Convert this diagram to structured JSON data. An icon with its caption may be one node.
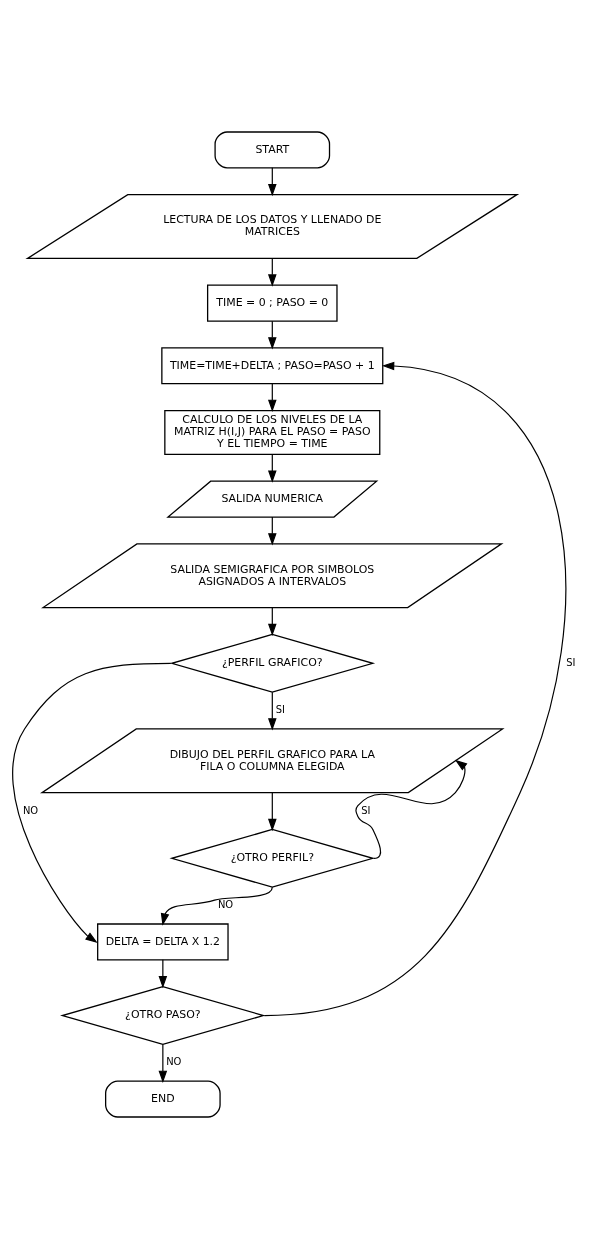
{
  "diagram": {
    "nodes": [
      {
        "text": [
          "START"
        ]
      },
      {
        "text": [
          "LECTURA DE LOS DATOS Y LLENADO DE MATRICES"
        ]
      },
      {
        "text": [
          "TIME = 0 ; PASO = 0"
        ]
      },
      {
        "text": [
          "TIME=TIME+DELTA ; PASO=PASO + 1"
        ]
      },
      {
        "text": [
          "CALCULO DE LOS NIVELES DE LA MATRIZ H(I,J) PARA EL PASO = PASO Y EL TIEMPO = TIME"
        ]
      },
      {
        "text": [
          "SALIDA NUMERICA"
        ]
      },
      {
        "text": [
          "SALIDA SEMIGRAFICA POR SIMBOLOS ASIGNADOS A INTERVALOS"
        ]
      },
      {
        "text": [
          "¿PERFIL GRAFICO?"
        ]
      },
      {
        "text": [
          "DIBUJO DEL PERFIL GRAFICO PARA LA FILA O COLUMNA ELEGIDA"
        ]
      },
      {
        "text": [
          "¿OTRO PERFIL?"
        ]
      },
      {
        "text": [
          "DELTA = DELTA X 1.2"
        ]
      },
      {
        "text": [
          "¿OTRO PASO?"
        ]
      },
      {
        "text": [
          "END"
        ]
      }
    ],
    "edges": [
      {
        "from": 0,
        "to": 1,
        "arrow": "to"
      },
      {
        "from": 1,
        "to": 2,
        "arrow": "to"
      },
      {
        "from": 2,
        "to": 3,
        "arrow": "to"
      },
      {
        "from": 3,
        "to": 4,
        "arrow": "to"
      },
      {
        "from": 4,
        "to": 5,
        "arrow": "to"
      },
      {
        "from": 5,
        "to": 6,
        "arrow": "to"
      },
      {
        "from": 6,
        "to": 7,
        "arrow": "to"
      },
      {
        "from": 7,
        "to": 8,
        "arrow": "to",
        "label": "SI"
      },
      {
        "from": 7,
        "to": 10,
        "arrow": "to",
        "label": "NO"
      },
      {
        "from": 8,
        "to": 9,
        "arrow": "to"
      },
      {
        "from": 9,
        "to": 8,
        "arrow": "to",
        "label": "SI"
      },
      {
        "from": 9,
        "to": 10,
        "arrow": "to",
        "label": "NO"
      },
      {
        "from": 10,
        "to": 11,
        "arrow": "to"
      },
      {
        "from": 11,
        "to": 3,
        "arrow": "to",
        "label": "SI"
      },
      {
        "from": 11,
        "to": 12,
        "arrow": "to",
        "label": "NO"
      }
    ]
  }
}
